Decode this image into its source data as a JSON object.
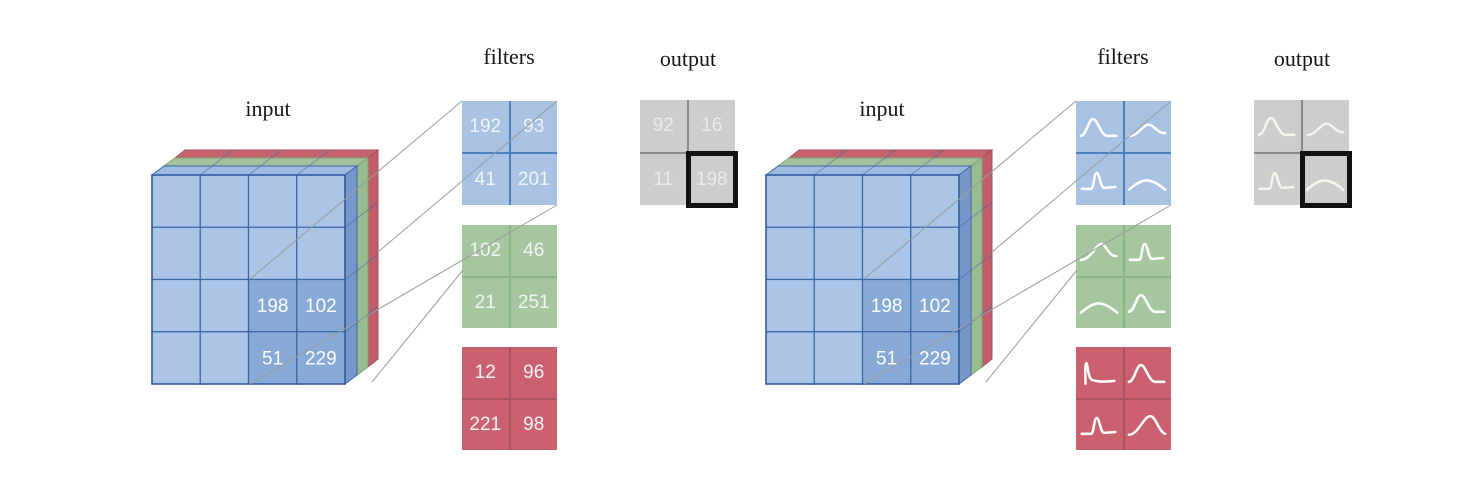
{
  "figure": {
    "background": "#ffffff",
    "connector_color": "#9c9c9c",
    "channel_colors": {
      "blue_fill": "#a8c2e4",
      "blue_divider": "#4e7fc1",
      "green_fill": "#a5c69e",
      "green_divider": "#8bb584",
      "red_fill": "#cb6170",
      "red_divider": "#aa5362",
      "output_fill": "#cdcdcd",
      "output_divider": "#8a8a8a",
      "highlight_border": "#121212"
    },
    "cube_colors": {
      "front_cell": "#aac5e6",
      "front_cell_highlight": "#86a9d6",
      "top_blue": "#9dbbe0",
      "side_blue": "#7697c9",
      "top_green": "#a3c29b",
      "side_green": "#98bb90",
      "top_red": "#c5636f",
      "side_red": "#bf5d6b",
      "grid_stroke": "#3a67a8"
    },
    "diagrams": [
      {
        "name": "numeric-convolution",
        "labels": {
          "input": "input",
          "filters": "filters",
          "output": "output"
        },
        "input_cube": {
          "rows": 4,
          "cols": 4,
          "channels": [
            "blue",
            "green",
            "red"
          ],
          "highlight_region": {
            "rows": "3-4",
            "cols": "3-4",
            "values": [
              [
                "198",
                "102"
              ],
              [
                "51",
                "229"
              ]
            ]
          }
        },
        "filters": [
          {
            "channel": "blue",
            "cells": [
              [
                "192",
                "93"
              ],
              [
                "41",
                "201"
              ]
            ]
          },
          {
            "channel": "green",
            "cells": [
              [
                "102",
                "46"
              ],
              [
                "21",
                "251"
              ]
            ]
          },
          {
            "channel": "red",
            "cells": [
              [
                "12",
                "96"
              ],
              [
                "221",
                "98"
              ]
            ]
          }
        ],
        "output": {
          "cells": [
            [
              "92",
              "16"
            ],
            [
              "11",
              "198"
            ]
          ],
          "highlighted_cell": "bottom-right"
        }
      },
      {
        "name": "distribution-convolution",
        "labels": {
          "input": "input",
          "filters": "filters",
          "output": "output"
        },
        "input_cube": {
          "rows": 4,
          "cols": 4,
          "channels": [
            "blue",
            "green",
            "red"
          ],
          "highlight_region": {
            "rows": "3-4",
            "cols": "3-4",
            "values": [
              [
                "198",
                "102"
              ],
              [
                "51",
                "229"
              ]
            ]
          }
        },
        "filters": [
          {
            "channel": "blue",
            "cells": [
              [
                "curve:gaussian",
                "curve:gaussian-small"
              ],
              [
                "curve:gaussian-narrow",
                "curve:gaussian-wide-flat"
              ]
            ]
          },
          {
            "channel": "green",
            "cells": [
              [
                "curve:gaussian-right",
                "curve:gaussian-narrow"
              ],
              [
                "curve:gaussian-wide-flat",
                "curve:gaussian"
              ]
            ]
          },
          {
            "channel": "red",
            "cells": [
              [
                "curve:left-spike",
                "curve:gaussian"
              ],
              [
                "curve:gaussian-narrow",
                "curve:gaussian-large"
              ]
            ]
          }
        ],
        "output": {
          "cells": [
            [
              "curve:gaussian",
              "curve:gaussian-small"
            ],
            [
              "curve:gaussian-narrow",
              "curve:gaussian-wide-flat"
            ]
          ],
          "highlighted_cell": "bottom-right"
        }
      }
    ]
  }
}
